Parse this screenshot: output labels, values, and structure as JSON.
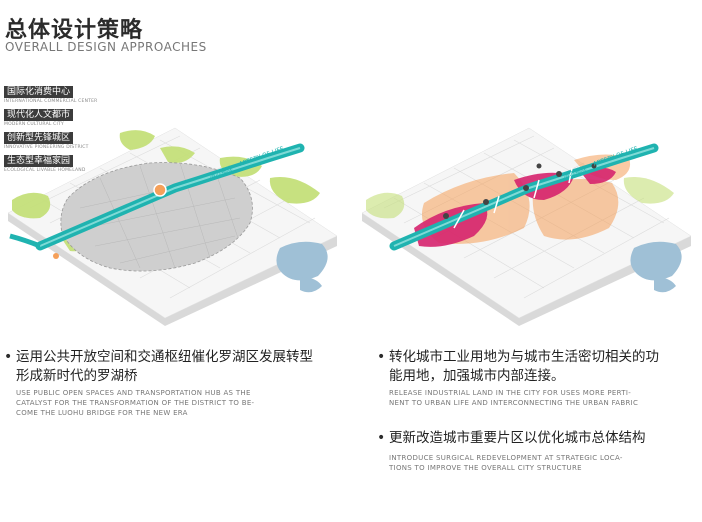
{
  "header": {
    "title_cn": "总体设计策略",
    "title_en": "OVERALL DESIGN APPROACHES"
  },
  "legend": [
    {
      "cn": "国际化消费中心",
      "en": "INTERNATIONAL COMMERCIAL CENTER"
    },
    {
      "cn": "现代化人文都市",
      "en": "MODERN CULTURAL CITY"
    },
    {
      "cn": "创新型先锋城区",
      "en": "INNOVATIVE PIONEERING DISTRICT"
    },
    {
      "cn": "生态型幸福家园",
      "en": "ECOLOGICAL LIVABLE HOMELAND"
    }
  ],
  "maps": {
    "left_label_cn": "活力轴线",
    "left_label_en": "ARTERY OF LIFE",
    "right_label_cn": "活力轴线",
    "right_label_en": "ARTERY OF LIFE"
  },
  "points": [
    {
      "cn_line1": "运用公共开放空间和交通枢纽催化罗湖区发展转型",
      "cn_line2": "形成新时代的罗湖桥",
      "en_line1": "USE PUBLIC OPEN SPACES AND TRANSPORTATION HUB AS THE",
      "en_line2": "CATALYST FOR THE TRANSFORMATION OF THE DISTRICT TO BE-",
      "en_line3": "COME THE LUOHU BRIDGE FOR THE NEW ERA"
    },
    {
      "cn_line1": "转化城市工业用地为与城市生活密切相关的功",
      "cn_line2": "能用地，加强城市内部连接。",
      "en_line1": "RELEASE INDUSTRIAL LAND IN THE CITY FOR USES MORE PERTI-",
      "en_line2": "NENT TO URBAN LIFE AND INTERCONNECTING THE URBAN FABRIC"
    },
    {
      "cn_line1": "更新改造城市重要片区以优化城市总体结构",
      "en_line1": "INTRODUCE SURGICAL REDEVELOPMENT AT STRATEGIC LOCA-",
      "en_line2": "TIONS TO IMPROVE THE OVERALL CITY STRUCTURE"
    }
  ],
  "bullet_glyph": "•",
  "colors": {
    "teal": "#1fb3b0",
    "green": "#c5e07a",
    "magenta": "#d6246e",
    "orange": "#f5a05a",
    "grey_zone": "#cfcfcf",
    "water": "#9fc0d6"
  }
}
